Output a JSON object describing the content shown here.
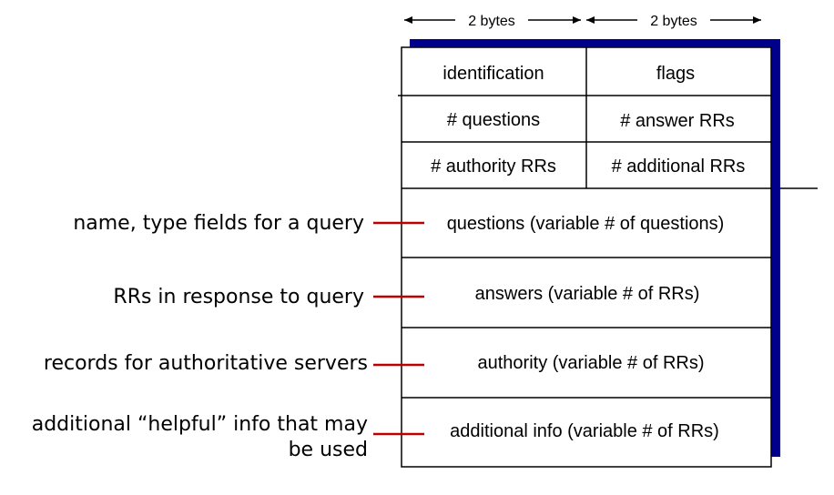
{
  "byte_labels": [
    "2 bytes",
    "2 bytes"
  ],
  "header": {
    "row1": [
      "identification",
      "flags"
    ],
    "row2": [
      "# questions",
      "# answer RRs"
    ],
    "row3": [
      "# authority RRs",
      "# additional RRs"
    ]
  },
  "sections": [
    "questions (variable # of questions)",
    "answers (variable # of RRs)",
    "authority (variable # of RRs)",
    "additional info (variable # of RRs)"
  ],
  "annotations": [
    [
      "name, type fields  for a query"
    ],
    [
      "RRs in response to query"
    ],
    [
      "records for authoritative servers"
    ],
    [
      "additional “helpful” info that may",
      "be used"
    ]
  ],
  "colors": {
    "shadow": "#00008b",
    "connector": "#c00000",
    "border": "#000000"
  }
}
